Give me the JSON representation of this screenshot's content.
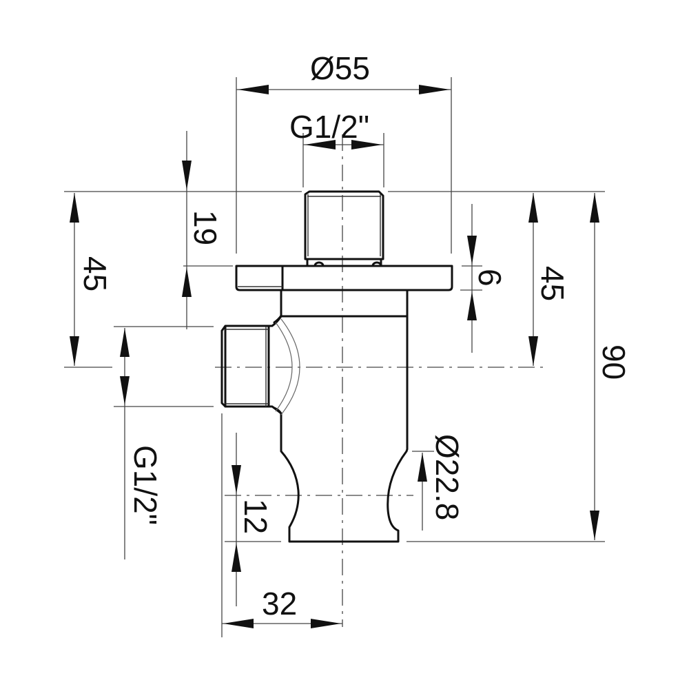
{
  "drawing": {
    "title": "Valve body technical drawing",
    "stroke_color": "#111111",
    "background": "#ffffff"
  },
  "dimensions": {
    "top_diameter": {
      "label": "Ø55",
      "value": 55,
      "unit": "mm"
    },
    "top_thread": {
      "label": "G1/2\"",
      "value": "G1/2\""
    },
    "left_19": {
      "label": "19",
      "value": 19
    },
    "left_45": {
      "label": "45",
      "value": 45
    },
    "left_thread": {
      "label": "G1/2\"",
      "value": "G1/2\""
    },
    "flange_6": {
      "label": "6",
      "value": 6
    },
    "right_45": {
      "label": "45",
      "value": 45
    },
    "total_90": {
      "label": "90",
      "value": 90
    },
    "outlet_diameter": {
      "label": "Ø22.8",
      "value": 22.8
    },
    "bottom_12": {
      "label": "12",
      "value": 12
    },
    "bottom_32": {
      "label": "32",
      "value": 32
    }
  }
}
